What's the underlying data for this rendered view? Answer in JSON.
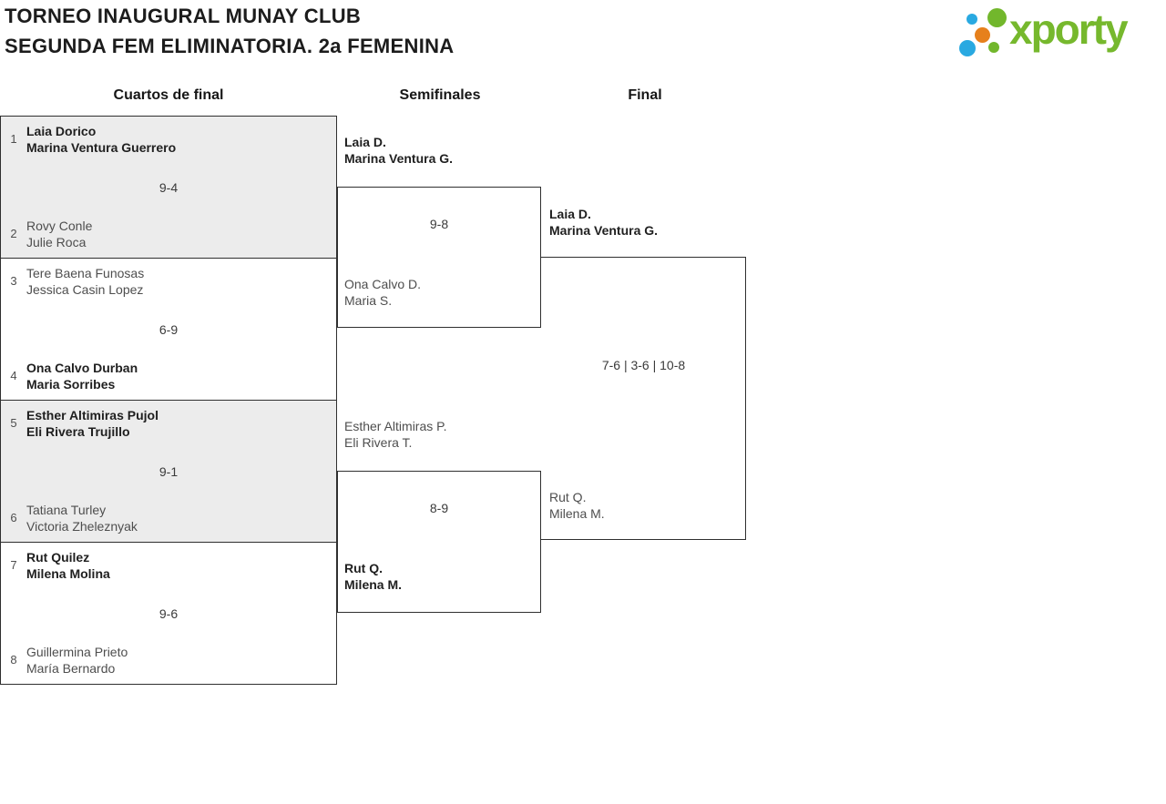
{
  "page": {
    "title_line1": "TORNEO INAUGURAL MUNAY CLUB",
    "title_line2": "SEGUNDA FEM ELIMINATORIA. 2a FEMENINA"
  },
  "logo": {
    "text": "xporty"
  },
  "colors": {
    "logo_green": "#76b82d",
    "logo_blue": "#29a9e1",
    "logo_orange": "#e6801c",
    "shaded_match_bg": "#ececec",
    "bracket_line": "#2f2f2f",
    "winner_text": "#1f1f1f",
    "loser_text": "#4e4e4e"
  },
  "round_headers": {
    "quarterfinals": "Cuartos de final",
    "semifinals": "Semifinales",
    "final": "Final"
  },
  "quarterfinals": [
    {
      "seed_top": "1",
      "team_top_1": "Laia Dorico",
      "team_top_2": "Marina Ventura Guerrero",
      "score": "9-4",
      "seed_bottom": "2",
      "team_bottom_1": "Rovy Conle",
      "team_bottom_2": "Julie Roca"
    },
    {
      "seed_top": "3",
      "team_top_1": "Tere Baena Funosas",
      "team_top_2": "Jessica Casin Lopez",
      "score": "6-9",
      "seed_bottom": "4",
      "team_bottom_1": "Ona Calvo Durban",
      "team_bottom_2": "Maria Sorribes"
    },
    {
      "seed_top": "5",
      "team_top_1": "Esther Altimiras Pujol",
      "team_top_2": "Eli Rivera Trujillo",
      "score": "9-1",
      "seed_bottom": "6",
      "team_bottom_1": "Tatiana Turley",
      "team_bottom_2": "Victoria Zheleznyak"
    },
    {
      "seed_top": "7",
      "team_top_1": "Rut Quilez",
      "team_top_2": "Milena Molina",
      "score": "9-6",
      "seed_bottom": "8",
      "team_bottom_1": "Guillermina Prieto",
      "team_bottom_2": "María Bernardo"
    }
  ],
  "semifinals": [
    {
      "team_top_1": "Laia D.",
      "team_top_2": "Marina Ventura G.",
      "score": "9-8",
      "team_bottom_1": "Ona Calvo D.",
      "team_bottom_2": "Maria S."
    },
    {
      "team_top_1": "Esther Altimiras P.",
      "team_top_2": "Eli Rivera T.",
      "score": "8-9",
      "team_bottom_1": "Rut Q.",
      "team_bottom_2": "Milena M."
    }
  ],
  "final": {
    "team_top_1": "Laia D.",
    "team_top_2": "Marina Ventura G.",
    "score": "7-6 | 3-6 | 10-8",
    "team_bottom_1": "Rut Q.",
    "team_bottom_2": "Milena M."
  }
}
